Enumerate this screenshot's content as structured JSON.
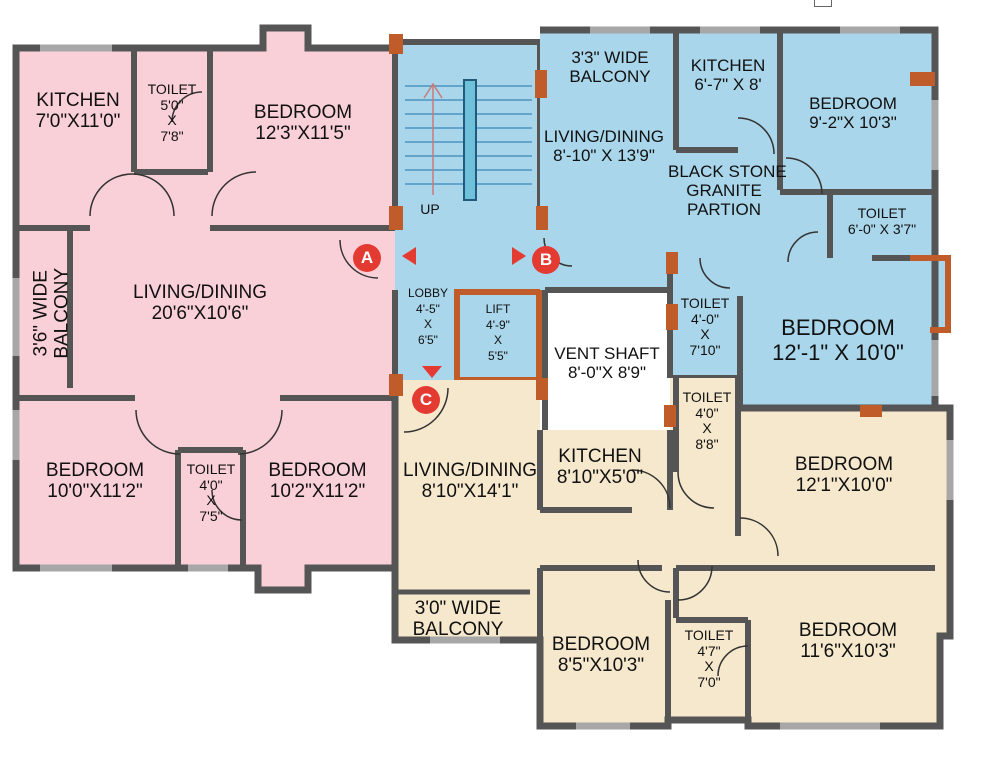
{
  "colors": {
    "flat_a": "#f9cfd8",
    "flat_b": "#a9d6ea",
    "flat_c": "#f5e8cc",
    "wall": "#555555",
    "window": "#a7a7a7",
    "column": "#c05c2a",
    "marker": "#e33a32"
  },
  "flat_a": {
    "kitchen": {
      "name": "KITCHEN",
      "size": "7'0\"X11'0\""
    },
    "toilet_top": {
      "name": "TOILET",
      "w": "5'0\"",
      "x": "X",
      "h": "7'8\""
    },
    "bedroom_top": {
      "name": "BEDROOM",
      "size": "12'3\"X11'5\""
    },
    "balcony": {
      "line1": "3'6\" WIDE",
      "line2": "BALCONY"
    },
    "living": {
      "name": "LIVING/DINING",
      "size": "20'6\"X10'6\""
    },
    "bedroom_bl": {
      "name": "BEDROOM",
      "size": "10'0\"X11'2\""
    },
    "toilet_bottom": {
      "name": "TOILET",
      "w": "4'0\"",
      "x": "X",
      "h": "7'5\""
    },
    "bedroom_bm": {
      "name": "BEDROOM",
      "size": "10'2\"X11'2\""
    }
  },
  "core": {
    "stairs_label": "UP",
    "lobby": {
      "name": "LOBBY",
      "w": "4'-5\"",
      "x": "X",
      "h": "6'5\""
    },
    "lift": {
      "name": "LIFT",
      "w": "4'-9\"",
      "x": "X",
      "h": "5'5\""
    },
    "vent": {
      "name": "VENT SHAFT",
      "size": "8'-0\"X 8'9\""
    },
    "markers": [
      "A",
      "B",
      "C"
    ]
  },
  "flat_b": {
    "balcony": {
      "line1": "3'3\" WIDE",
      "line2": "BALCONY"
    },
    "living": {
      "name": "LIVING/DINING",
      "size": "8'-10\" X 13'9\""
    },
    "kitchen": {
      "name": "KITCHEN",
      "size": "6'-7\" X 8'"
    },
    "partition": {
      "line1": "BLACK STONE",
      "line2": "GRANITE",
      "line3": "PARTION"
    },
    "bedroom_tr": {
      "name": "BEDROOM",
      "size": "9'-2\"X 10'3\""
    },
    "toilet_r": {
      "name": "TOILET",
      "size": "6'-0\" X 3'7\""
    },
    "toilet_m": {
      "name": "TOILET",
      "w": "4'-0\"",
      "x": "X",
      "h": "7'10\""
    },
    "bedroom_big": {
      "name": "BEDROOM",
      "size": "12'-1\" X 10'0\""
    }
  },
  "flat_c": {
    "living": {
      "name": "LIVING/DINING",
      "size": "8'10\"X14'1\""
    },
    "kitchen": {
      "name": "KITCHEN",
      "size": "8'10\"X5'0\""
    },
    "toilet_top": {
      "name": "TOILET",
      "w": "4'0\"",
      "x": "X",
      "h": "8'8\""
    },
    "bedroom_r": {
      "name": "BEDROOM",
      "size": "12'1\"X10'0\""
    },
    "balcony": {
      "line1": "3'0\" WIDE",
      "line2": "BALCONY"
    },
    "bedroom_bm": {
      "name": "BEDROOM",
      "size": "8'5\"X10'3\""
    },
    "toilet_bottom": {
      "name": "TOILET",
      "w": "4'7\"",
      "x": "X",
      "h": "7'0\""
    },
    "bedroom_br": {
      "name": "BEDROOM",
      "size": "11'6\"X10'3\""
    }
  }
}
